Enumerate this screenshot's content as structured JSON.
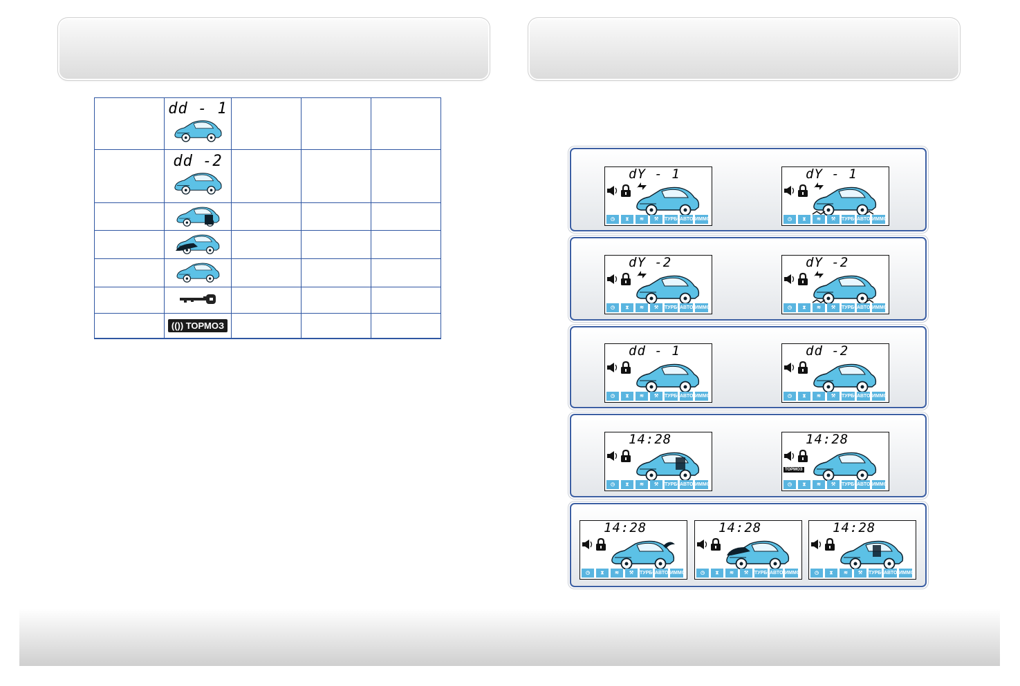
{
  "indicators_table": {
    "rows": [
      {
        "icon": "car-icon",
        "display": "dd - 1"
      },
      {
        "icon": "car-icon",
        "display": "dd -2"
      },
      {
        "icon": "car-door-open-icon",
        "display": ""
      },
      {
        "icon": "car-hood-open-icon",
        "display": ""
      },
      {
        "icon": "car-trunk-open-icon",
        "display": ""
      },
      {
        "icon": "ignition-key-icon",
        "display": ""
      },
      {
        "icon": "brake-icon",
        "display": "ТОРМОЗ"
      }
    ]
  },
  "status_bar": {
    "turbo": "ТУРБО",
    "auto": "АВТО",
    "immo": "ИММО"
  },
  "screens": {
    "p1_left": "dY - 1",
    "p1_right": "dY - 1",
    "p2_left": "dY -2",
    "p2_right": "dY -2",
    "p3_left": "dd - 1",
    "p3_right": "dd -2",
    "p4_left": "14:28",
    "p4_right": "14:28",
    "p4_right_brake": "ТОРМОЗ",
    "p5_a": "14:28",
    "p5_b": "14:28",
    "p5_c": "14:28"
  },
  "colors": {
    "car_body": "#5cc1e6",
    "status_icon_fill": "#59b5e0",
    "table_border": "#2f56a2",
    "panel_border": "#3c5fa3"
  }
}
